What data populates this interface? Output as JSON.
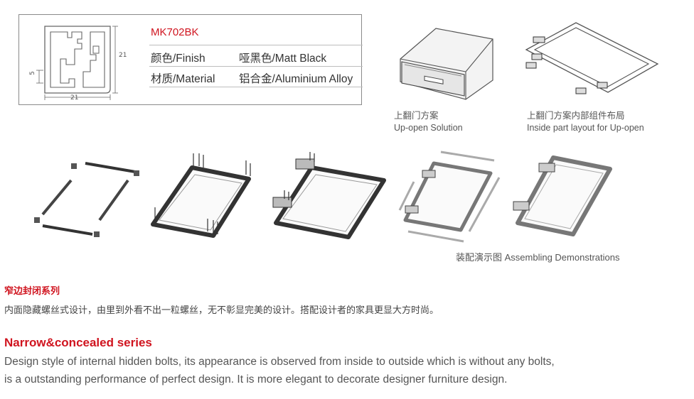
{
  "spec": {
    "model": "MK702BK",
    "finish_label": "颜色/Finish",
    "finish_value": "哑黑色/Matt Black",
    "material_label": "材质/Material",
    "material_value": "铝合金/Aluminium Alloy",
    "dim_width": "21",
    "dim_height": "21",
    "dim_small": "5"
  },
  "captions": {
    "upopen_cn": "上翻门方案",
    "upopen_en": "Up-open Solution",
    "inside_cn": "上翻门方案内部组件布局",
    "inside_en": "Inside part layout for Up-open",
    "assembling": "装配演示图 Assembling Demonstrations"
  },
  "series": {
    "cn_title": "窄边封闭系列",
    "cn_desc": "内面隐藏螺丝式设计，由里到外看不出一粒螺丝，无不彰显完美的设计。搭配设计者的家具更显大方时尚。",
    "en_title": "Narrow&concealed series",
    "en_desc_1": "Design style of internal hidden bolts, its appearance is observed from inside to outside which is without any bolts,",
    "en_desc_2": "is a outstanding performance of perfect design. It is more elegant to decorate designer furniture design."
  },
  "colors": {
    "accent": "#d0141f",
    "frame_dark": "#3a3a3a",
    "frame_grey": "#8c8c8c"
  }
}
